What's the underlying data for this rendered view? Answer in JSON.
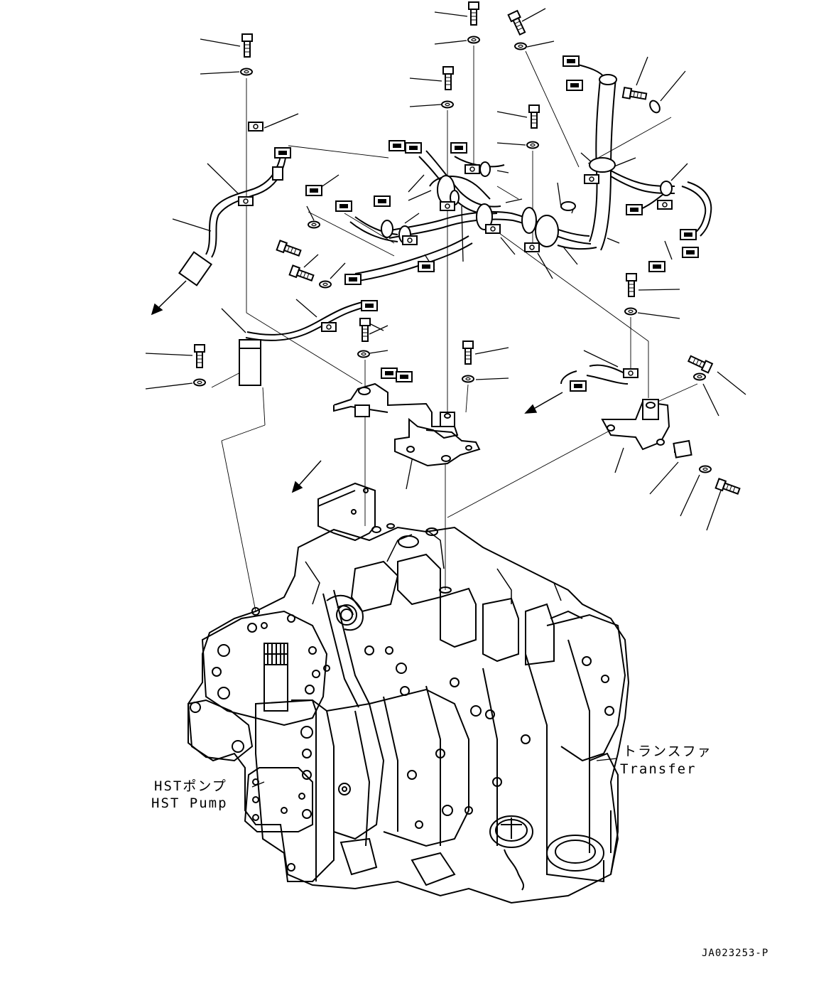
{
  "labels": {
    "hst_pump_ja": "HSTポンプ",
    "hst_pump_en": "HST Pump",
    "transfer_ja": "トランスファ",
    "transfer_en": "Transfer",
    "drawing_code": "JA023253-P"
  },
  "colors": {
    "line": "#000000",
    "background": "#ffffff"
  }
}
